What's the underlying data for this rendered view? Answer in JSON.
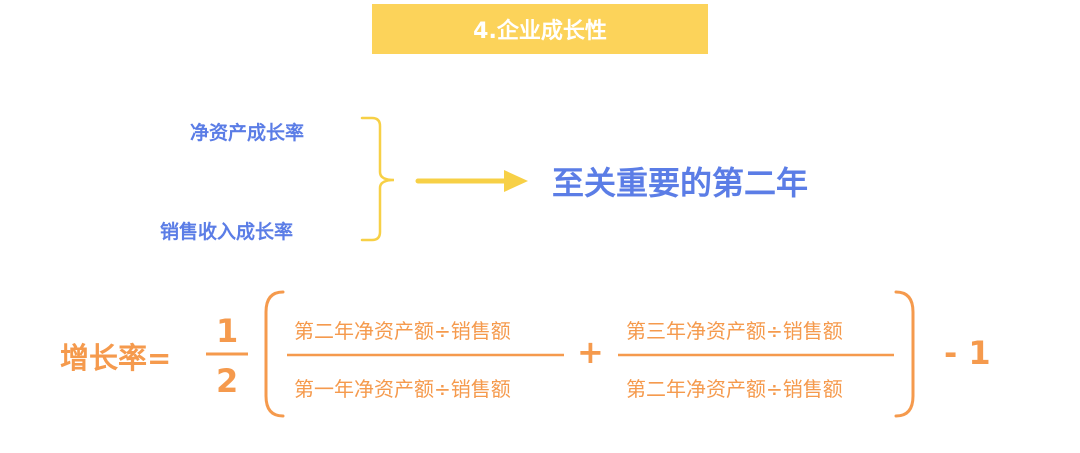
{
  "title": "4.企业成长性",
  "metrics": [
    "净资产成长率",
    "销售收入成长率"
  ],
  "conclusion": "至关重要的第二年",
  "formula": {
    "lhs": "增长率=",
    "coefficient_numerator": "1",
    "coefficient_denominator": "2",
    "fraction1_numerator": "第二年净资产额÷销售额",
    "fraction1_denominator": "第一年净资产额÷销售额",
    "operator": "+",
    "fraction2_numerator": "第三年净资产额÷销售额",
    "fraction2_denominator": "第二年净资产额÷销售额",
    "tail": "- 1"
  },
  "colors": {
    "title_bg": "#fcd35a",
    "blue": "#5b7de6",
    "yellow": "#f7d046",
    "orange": "#f59a4d"
  }
}
